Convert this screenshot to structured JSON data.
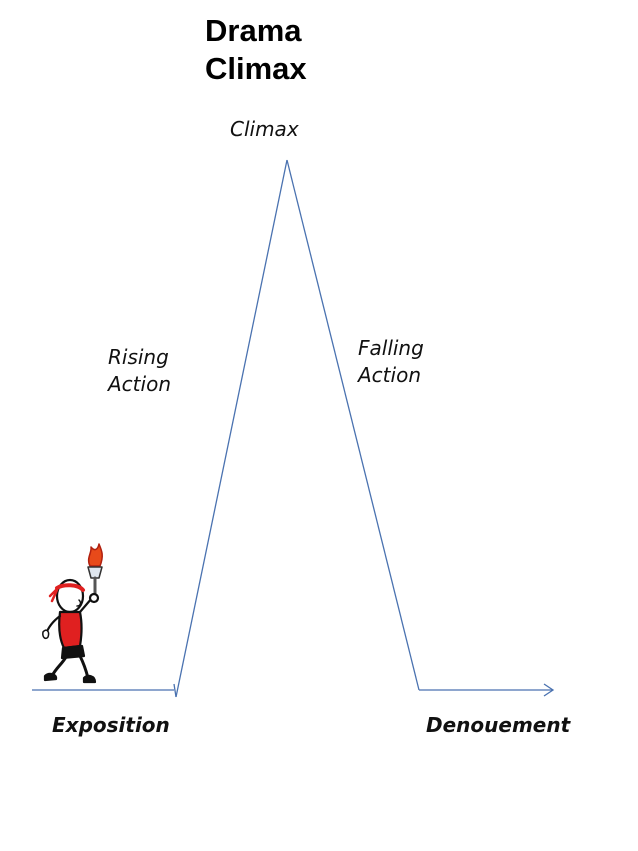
{
  "title": {
    "line1": "Drama",
    "line2": "Climax"
  },
  "labels": {
    "climax": "Climax",
    "rising": [
      "Rising",
      "Action"
    ],
    "falling": [
      "Falling",
      "Action"
    ],
    "exposition": "Exposition",
    "denouement": "Denouement"
  },
  "colors": {
    "line": "#4a72b0",
    "runner_shirt": "#e02020",
    "flame": "#e84a1a"
  },
  "icons": [
    "runner-with-torch-icon",
    "arrow-head-icon"
  ]
}
